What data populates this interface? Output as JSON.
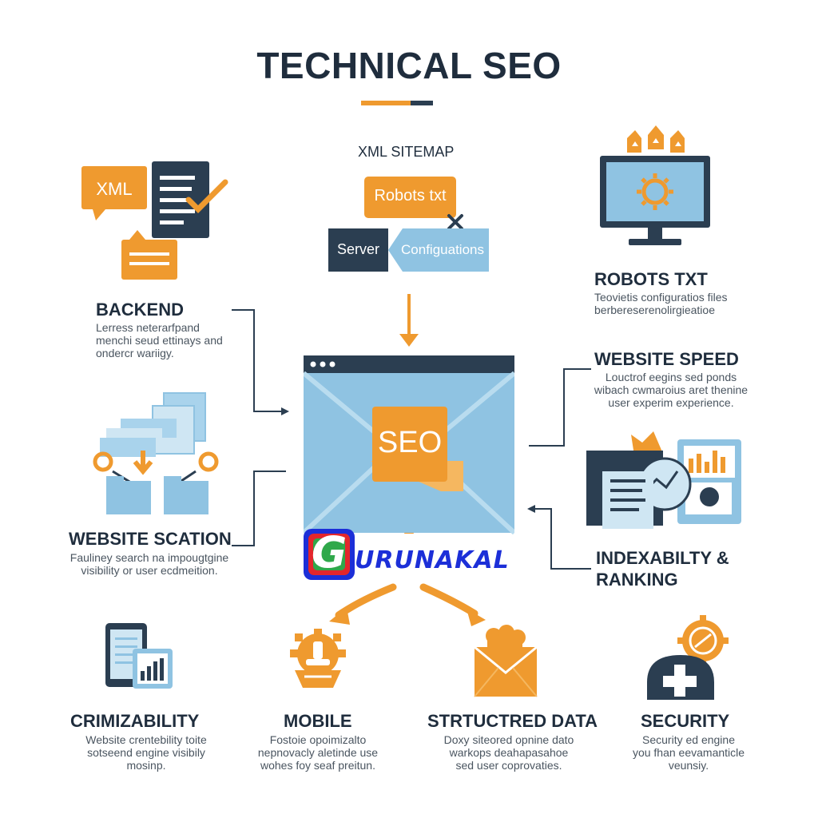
{
  "title": "TECHNICAL SEO",
  "colors": {
    "orange": "#ef9a2f",
    "navy": "#2b3e51",
    "lightblue": "#8fc3e2",
    "paleblue": "#cfe6f3"
  },
  "top": {
    "heading": "XML SITEMAP",
    "robots_label": "Robots txt",
    "server_label": "Server",
    "config_label": "Configuations"
  },
  "xml_icon_label": "XML",
  "center_label": "SEO",
  "watermark": {
    "first": "G",
    "rest": "URUNAKAL"
  },
  "sections": {
    "backend": {
      "heading": "BACKEND",
      "lines": [
        "Lerress neterarfpand",
        "menchi seud ettinays and",
        "ondercr wariigy."
      ]
    },
    "robots": {
      "heading": "ROBOTS TXT",
      "lines": [
        "Teovietis configuratios files",
        "berbereserenolirgieatioe"
      ]
    },
    "speed": {
      "heading": "WEBSITE SPEED",
      "lines": [
        "Louctrof eegins sed ponds",
        "wibach cwmaroius aret thenine",
        "user experim experience."
      ]
    },
    "scation": {
      "heading": "WEBSITE SCATION",
      "lines": [
        "Fauliney search na impougtgine",
        "visibility or user ecdmeition."
      ]
    },
    "indexability": {
      "heading_line1": "INDEXABILTY &",
      "heading_line2": "RANKING"
    },
    "crimizability": {
      "heading": "CRIMIZABILITY",
      "lines": [
        "Website crentebility toite",
        "sotseend engine visibily",
        "mosinp."
      ]
    },
    "mobile": {
      "heading": "MOBILE",
      "lines": [
        "Fostoie opoimizalto",
        "nepnovacly aletinde use",
        "wohes foy seaf preitun."
      ]
    },
    "structured": {
      "heading": "STRTUCTRED DATA",
      "lines": [
        "Doxy siteored opnine dato",
        "warkops deahapasahoe",
        "sed user coprovaties."
      ]
    },
    "security": {
      "heading": "SECURITY",
      "lines": [
        "Security ed engine",
        "you fhan eevamanticle",
        "veunsiy."
      ]
    }
  }
}
